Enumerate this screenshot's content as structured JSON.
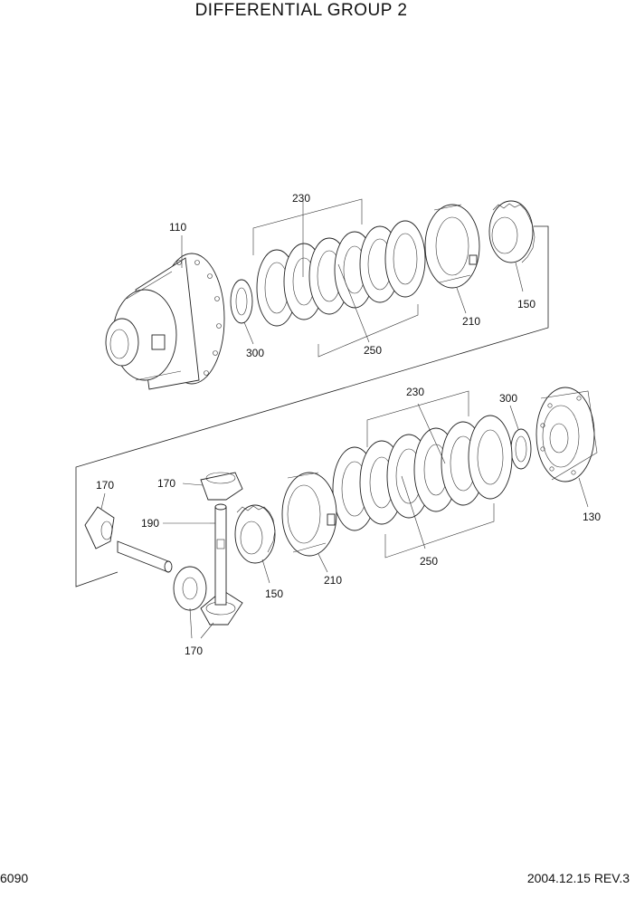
{
  "header": {
    "title": "DIFFERENTIAL GROUP 2"
  },
  "footer": {
    "page_number": "6090",
    "revision": "2004.12.15  REV.3"
  },
  "callouts": {
    "c110": "110",
    "c230_top": "230",
    "c150_top": "150",
    "c300_top": "300",
    "c210_top": "210",
    "c250_top": "250",
    "c230_bottom": "230",
    "c300_bottom": "300",
    "c130": "130",
    "c250_bottom": "250",
    "c210_bottom": "210",
    "c150_bottom": "150",
    "c170_left": "170",
    "c170_top": "170",
    "c190": "190",
    "c170_bottom": "170"
  }
}
